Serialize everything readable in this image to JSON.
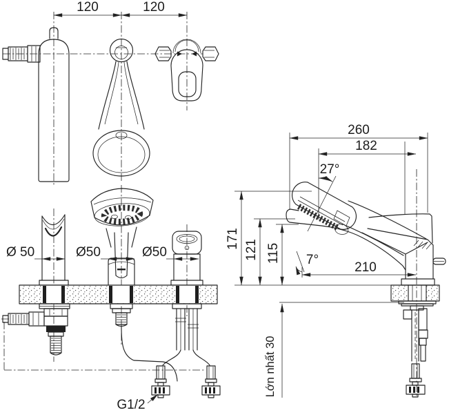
{
  "drawing": {
    "type": "faucet installation technical drawing",
    "colors": {
      "background": "#ffffff",
      "line": "#232323",
      "text": "#1c1c1c"
    },
    "dimensions": {
      "pitch_left": "120",
      "pitch_right": "120",
      "spout_diameter": "Ø 50",
      "shower_diameter": "Ø50",
      "valve_diameter": "Ø50",
      "connection_thread": "G1/2",
      "overall_reach": "260",
      "spray_reach": "182",
      "spray_angle": "27°",
      "overall_height": "171",
      "spout_height": "121",
      "outlet_height": "115",
      "body_angle": "7°",
      "spout_reach": "210",
      "max_counter_thickness": "Lớn nhất 30"
    }
  }
}
